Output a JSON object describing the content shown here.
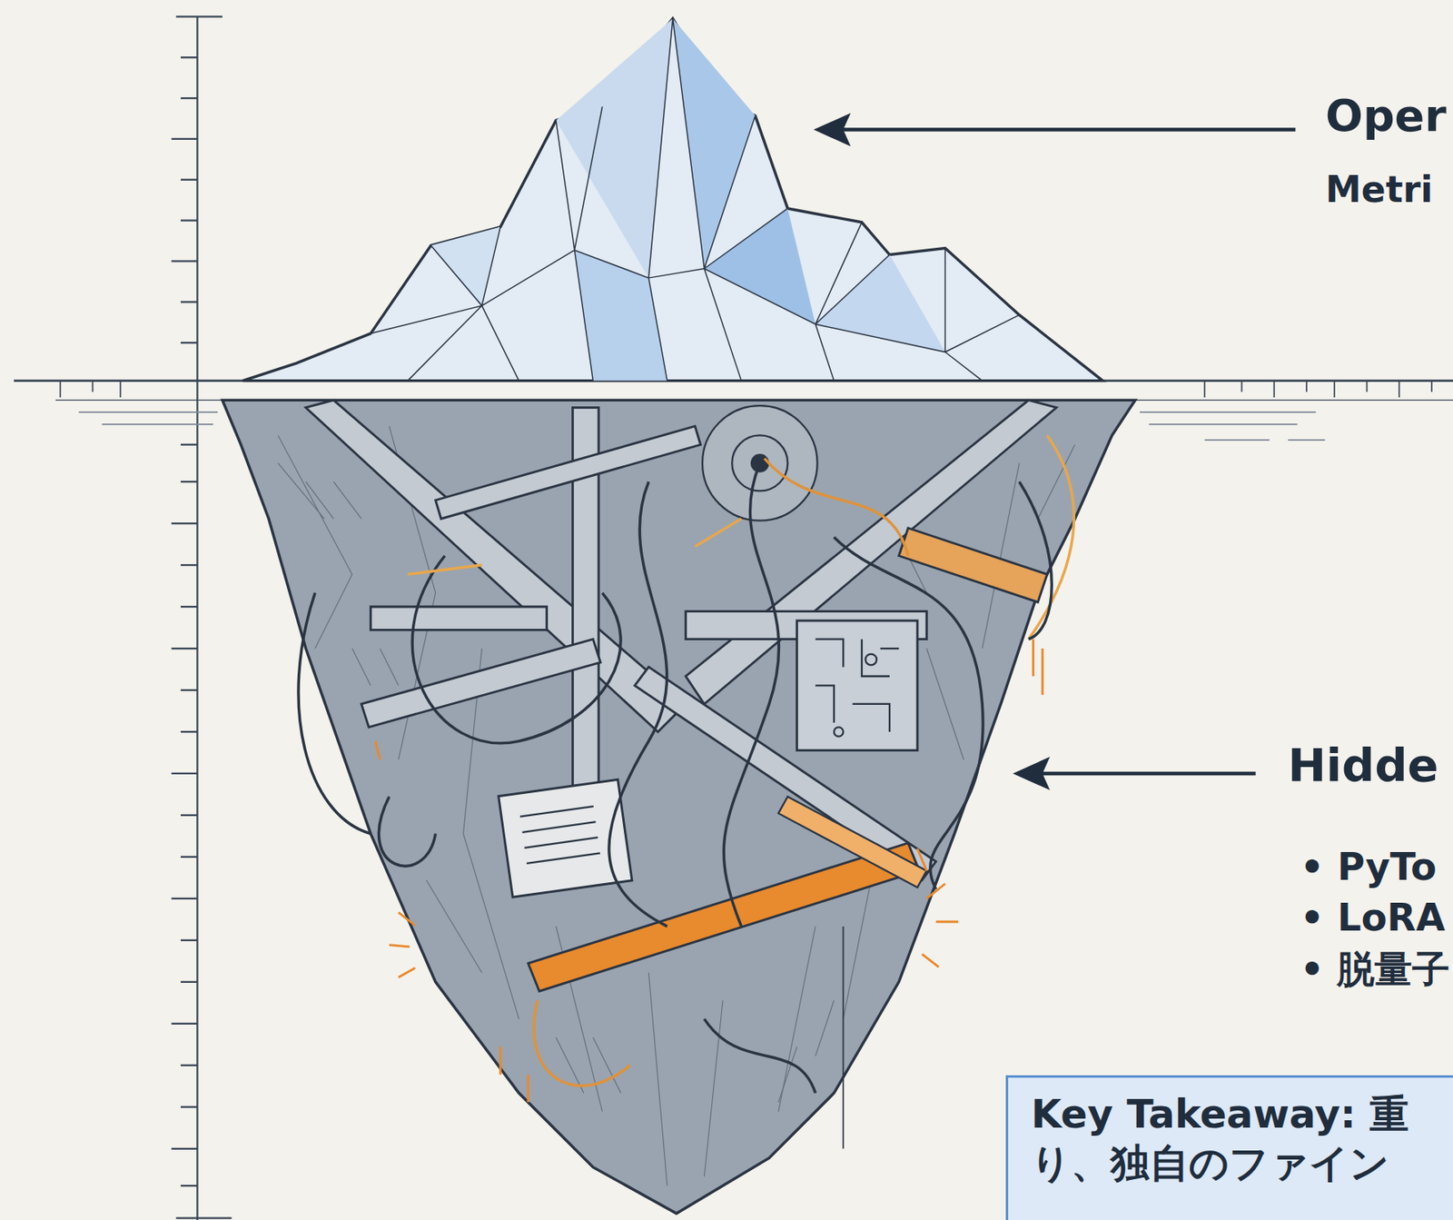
{
  "diagram": {
    "nodes": [
      {
        "text": [
          "Key Takeaway: 重 り、独自のファイン"
        ]
      }
    ],
    "labels": [
      "Oper",
      "Metri",
      "Hidde",
      "• PyTo",
      "• LoRA",
      "• 脱量子"
    ]
  }
}
